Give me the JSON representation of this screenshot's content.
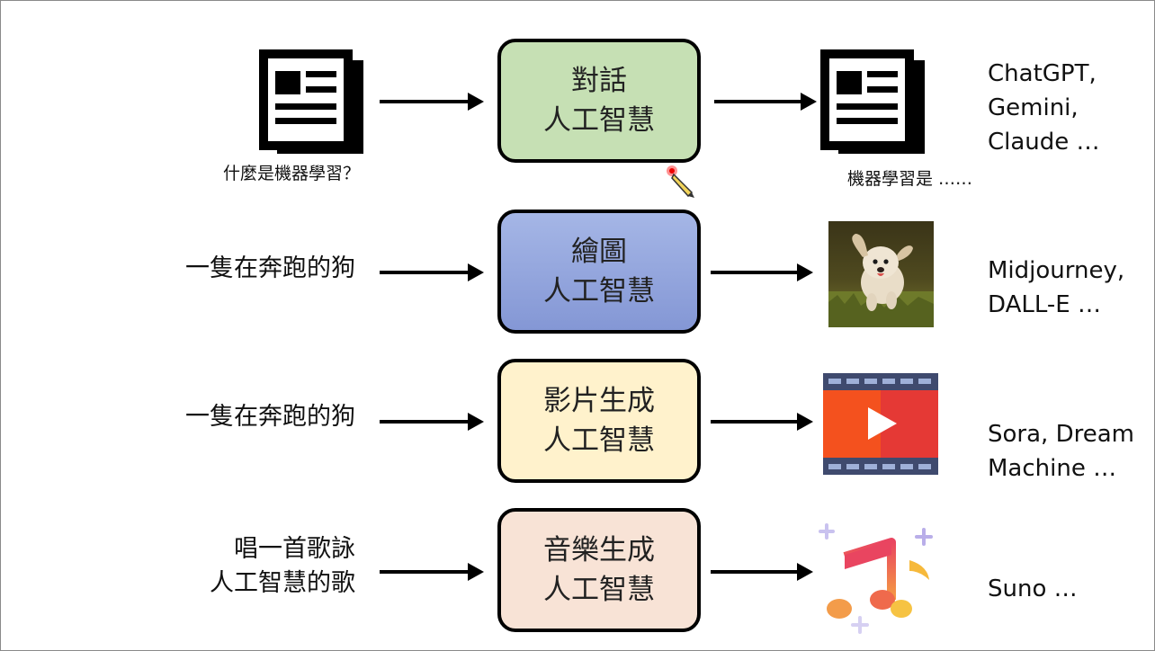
{
  "rows": [
    {
      "input": "什麼是機器學習？",
      "box_line1": "對話",
      "box_line2": "人工智慧",
      "output_caption": "機器學習是 ……",
      "examples": [
        "ChatGPT,",
        "Gemini,",
        "Claude …"
      ],
      "box_color": "#c6e0b4",
      "icon": "newspaper-icon"
    },
    {
      "input": "一隻在奔跑的狗",
      "box_line1": "繪圖",
      "box_line2": "人工智慧",
      "examples": [
        "Midjourney,",
        "DALL-E …"
      ],
      "box_color": "#8ea4de",
      "icon": "running-dog-image"
    },
    {
      "input": "一隻在奔跑的狗",
      "box_line1": "影片生成",
      "box_line2": "人工智慧",
      "examples": [
        "Sora, Dream",
        "Machine …"
      ],
      "box_color": "#fff2cc",
      "icon": "video-film-icon"
    },
    {
      "input_lines": [
        "唱一首歌詠",
        "人工智慧的歌"
      ],
      "box_line1": "音樂生成",
      "box_line2": "人工智慧",
      "examples": [
        "Suno …"
      ],
      "box_color": "#f8e3d6",
      "icon": "music-notes-icon"
    }
  ]
}
